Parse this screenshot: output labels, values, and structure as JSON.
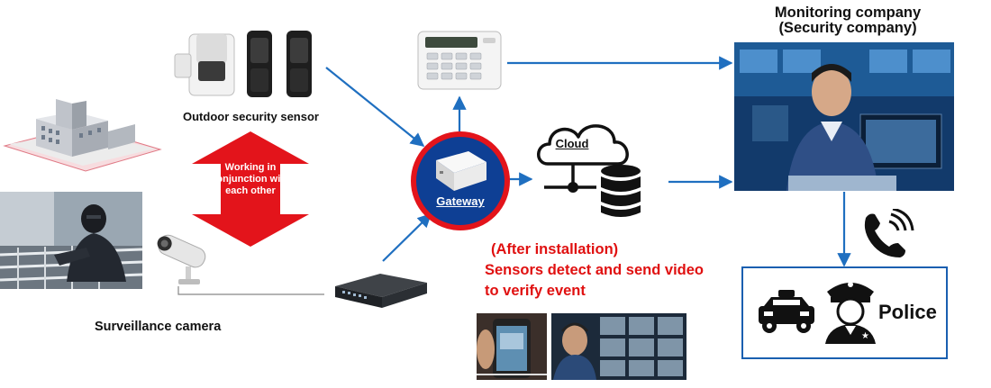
{
  "labels": {
    "outdoor_sensor": "Outdoor security sensor",
    "surveillance_camera": "Surveillance camera",
    "conjunction": "Working in conjunction with each other",
    "gateway": "Gateway",
    "cloud": "Cloud",
    "monitoring_line1": "Monitoring company",
    "monitoring_line2": "(Security company)",
    "police": "Police"
  },
  "note": {
    "line1": "(After installation)",
    "line2": "Sensors detect and send video",
    "line3": "to verify event"
  },
  "colors": {
    "arrow": "#1f6fc0",
    "accent_red": "#e01010",
    "gateway_ring": "#e3141b",
    "gateway_fill": "#0e3f94",
    "police_border": "#1a5fb0"
  },
  "icons": [
    "building-icon",
    "intruder-photo",
    "outdoor-sensor-icon",
    "camera-icon",
    "recorder-icon",
    "keypad-icon",
    "gateway-icon",
    "cloud-icon",
    "database-icon",
    "operator-photo",
    "phone-icon",
    "police-car-icon",
    "police-officer-icon",
    "smartphone-video-photo",
    "monitor-video-photo"
  ]
}
